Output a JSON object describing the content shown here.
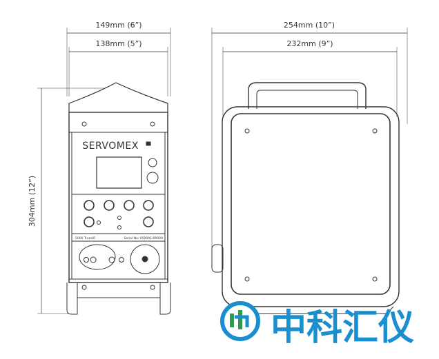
{
  "dimensions": {
    "front_outer_width": "149mm (6”)",
    "front_inner_width": "138mm (5”)",
    "height": "304mm (12”)",
    "side_outer_width": "254mm (10”)",
    "side_inner_width": "232mm (9”)"
  },
  "device": {
    "brand": "SERVOMEX",
    "model_label": "5000 TransIR",
    "serial_label": "Serial No: 0500A1/00000"
  },
  "watermark": {
    "text": "中科汇仪",
    "colors": {
      "blue": "#1a8fd0",
      "green": "#2e9a4e"
    }
  },
  "line_color": "#333333"
}
